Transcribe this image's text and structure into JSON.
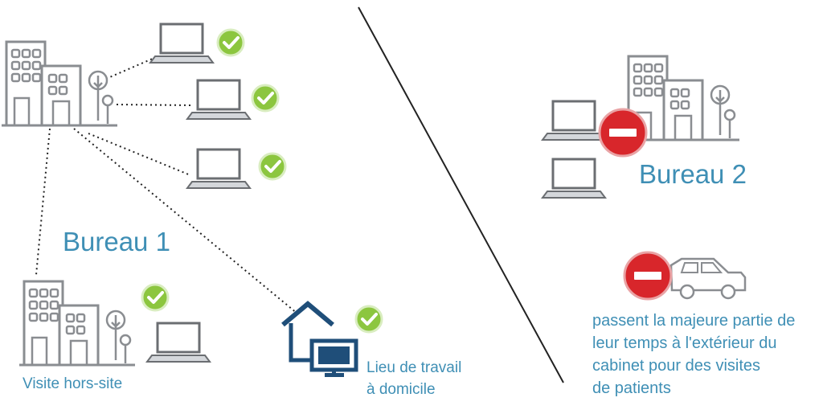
{
  "labels": {
    "office1": "Bureau 1",
    "office2": "Bureau 2",
    "offsite": "Visite hors-site",
    "home_line1": "Lieu de travail",
    "home_line2": "à domicile",
    "note_line1": "passent la majeure partie de",
    "note_line2": "leur temps à l'extérieur du",
    "note_line3": "cabinet pour des visites",
    "note_line4": "de patients"
  },
  "colors": {
    "label_blue": "#3f8fb5",
    "icon_gray": "#8a8d91",
    "check_green": "#8cc63f",
    "no_entry_red": "#d8262b",
    "home_navy": "#1f4e79"
  },
  "icons": [
    "office-building-icon",
    "laptop-icon",
    "check-icon",
    "no-entry-icon",
    "home-office-icon",
    "car-icon"
  ]
}
